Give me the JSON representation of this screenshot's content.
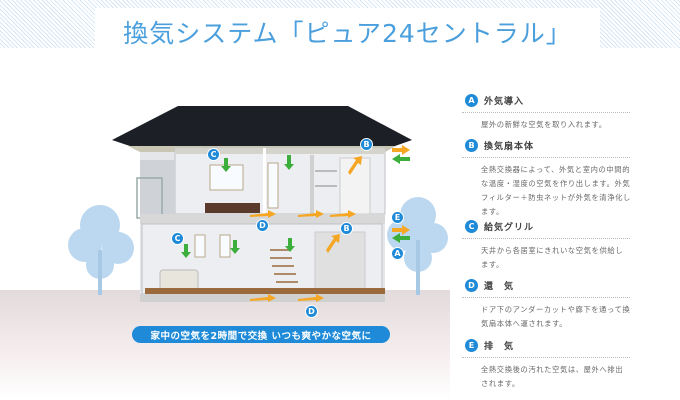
{
  "title": "換気システム「ピュア24セントラル」",
  "banner": "家中の空気を2時間で交換 いつも爽やかな空気に",
  "diagram_markers": {
    "a": "A",
    "b1": "B",
    "b2": "B",
    "c1": "C",
    "c2": "C",
    "d1": "D",
    "d2": "D",
    "e": "E"
  },
  "legend": [
    {
      "badge": "A",
      "heading": "外気導入",
      "desc": "屋外の新鮮な空気を取り入れます。"
    },
    {
      "badge": "B",
      "heading": "換気扇本体",
      "desc": "全熱交換器によって、外気と室内の中間的な温度・湿度の空気を作り出します。外気フィルター＋防虫ネットが外気を清浄化します。"
    },
    {
      "badge": "C",
      "heading": "給気グリル",
      "desc": "天井から各居室にきれいな空気を供給します。"
    },
    {
      "badge": "D",
      "heading": "還　気",
      "desc": "ドア下のアンダーカットや廊下を通って換気扇本体へ運されます。"
    },
    {
      "badge": "E",
      "heading": "排　気",
      "desc": "全熱交換後の汚れた空気は、屋外へ排出されます。"
    }
  ],
  "colors": {
    "accent": "#1e8ad8",
    "title": "#4a9fdc",
    "supply_arrow": "#3cae3c",
    "flow_arrow": "#f5a623"
  }
}
